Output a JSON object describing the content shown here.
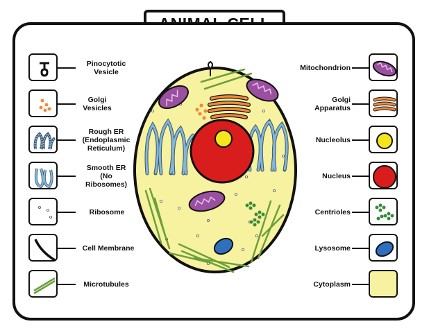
{
  "title": "ANIMAL CELL",
  "left_labels": [
    {
      "lines": [
        "Pinocytotic",
        "Vesicle"
      ]
    },
    {
      "lines": [
        "Golgi",
        "Vesicles"
      ]
    },
    {
      "lines": [
        "Rough ER",
        "(Endoplasmic",
        "Reticulum)"
      ]
    },
    {
      "lines": [
        "Smooth ER",
        "(No",
        "Ribosomes)"
      ]
    },
    {
      "lines": [
        "Ribosome"
      ]
    },
    {
      "lines": [
        "Cell Membrane"
      ]
    },
    {
      "lines": [
        "Microtubules"
      ]
    }
  ],
  "right_labels": [
    {
      "lines": [
        "Mitochondrion"
      ]
    },
    {
      "lines": [
        "Golgi",
        "Apparatus"
      ]
    },
    {
      "lines": [
        "Nucleolus"
      ]
    },
    {
      "lines": [
        "Nucleus"
      ]
    },
    {
      "lines": [
        "Centrioles"
      ]
    },
    {
      "lines": [
        "Lysosome"
      ]
    },
    {
      "lines": [
        "Cytoplasm"
      ]
    }
  ],
  "colors": {
    "cytoplasm": "#f7f2a0",
    "nucleus": "#d91c1c",
    "nucleolus": "#f4e61a",
    "mitochondrion": "#9b4fa0",
    "golgi": "#f08a3a",
    "er": "#7fb7dc",
    "lysosome": "#2f6fc0",
    "centriole": "#3a8a3a",
    "microtubule": "#6aa03a"
  }
}
